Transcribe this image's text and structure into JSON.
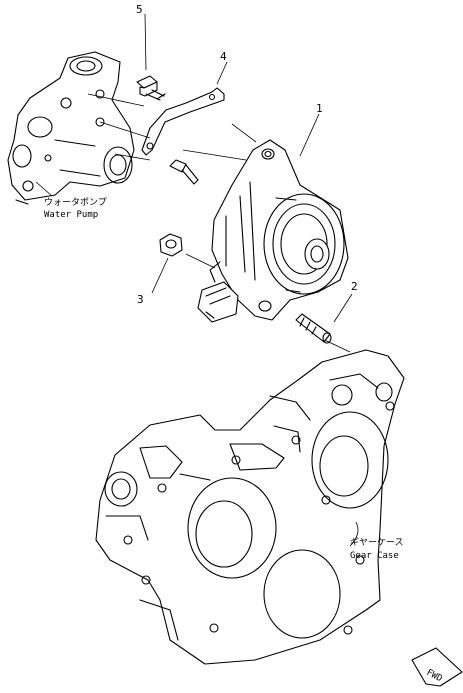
{
  "callouts": {
    "c1": "1",
    "c2": "2",
    "c3": "3",
    "c4": "4",
    "c5": "5"
  },
  "captions": {
    "water_pump_jp": "ウォータポンプ",
    "water_pump_en": "Water Pump",
    "gear_case_jp": "ギヤーケース",
    "gear_case_en": "Gear Case",
    "fwd": "FWD"
  }
}
